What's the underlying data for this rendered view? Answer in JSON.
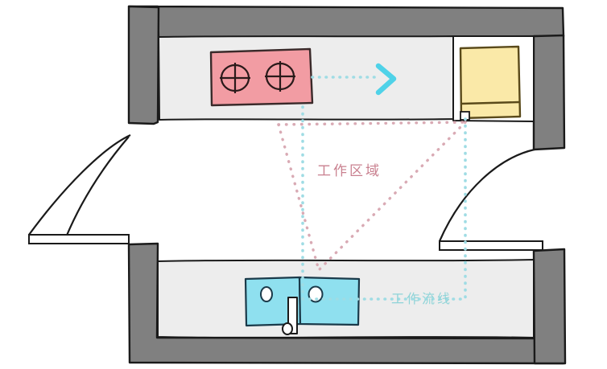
{
  "diagram": {
    "title": "Kitchen Work Triangle Floor Plan",
    "type": "floor-plan"
  },
  "labels": {
    "work_area": "工作区域",
    "work_flow": "工作流线"
  },
  "colors": {
    "wall_fill": "#808080",
    "wall_stroke": "#1a1a1a",
    "counter_fill": "#ededed",
    "counter_stroke": "#1a1a1a",
    "stove_fill": "#f29ca3",
    "stove_stroke": "#3a2a2a",
    "fridge_fill": "#fae9a8",
    "fridge_stroke": "#5a4a1a",
    "sink_fill": "#8fe0ef",
    "sink_stroke": "#1a3a4a",
    "triangle_dots": "#d9aab4",
    "flow_dots": "#9fdce4",
    "arrow": "#4fd2e8",
    "work_area_text": "#c9808f",
    "work_flow_text": "#8fd4d8",
    "door_stroke": "#1a1a1a",
    "background": "#ffffff"
  },
  "fixtures": {
    "stove": {
      "name": "stove-cooktop",
      "burner_count": 2
    },
    "refrigerator": {
      "name": "refrigerator"
    },
    "sink": {
      "name": "double-basin-sink",
      "basin_count": 2,
      "drain_count": 2,
      "faucet_count": 1
    }
  },
  "annotations": {
    "work_triangle": "pink-dotted-triangle",
    "work_flow_line": "cyan-dotted-path",
    "flow_arrow": "cyan-chevron-arrow-right"
  },
  "doors": {
    "left": "door-swing-left",
    "right": "door-swing-right"
  }
}
